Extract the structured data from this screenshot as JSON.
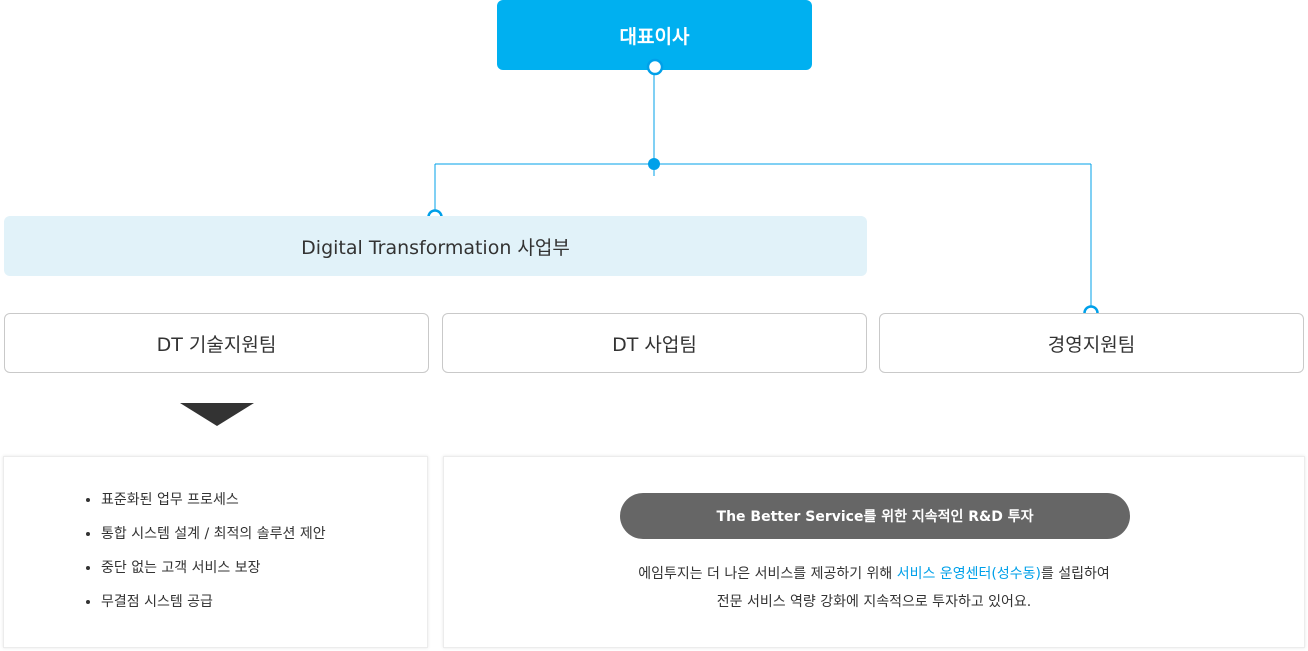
{
  "org": {
    "ceo": "대표이사",
    "division": "Digital Transformation 사업부",
    "teams": [
      {
        "label": "DT 기술지원팀"
      },
      {
        "label": "DT 사업팀"
      },
      {
        "label": "경영지원팀"
      }
    ]
  },
  "features": [
    "표준화된 업무 프로세스",
    "통합 시스템 설계 / 최적의 솔루션 제안",
    "중단 없는 고객 서비스 보장",
    "무결점 시스템 공급"
  ],
  "rnd": {
    "pill": "The Better Service를 위한 지속적인 R&D 투자",
    "line1_pre": "에임투지는 더 나은 서비스를 제공하기 위해 ",
    "line1_highlight": "서비스 운영센터(성수동)",
    "line1_post": "를 설립하여",
    "line2": "전문 서비스 역량 강화에 지속적으로 투자하고 있어요."
  },
  "colors": {
    "accent": "#00b0f0",
    "division_bg": "#e1f2f9",
    "pill_bg": "#666666",
    "highlight_text": "#00a0e9"
  }
}
